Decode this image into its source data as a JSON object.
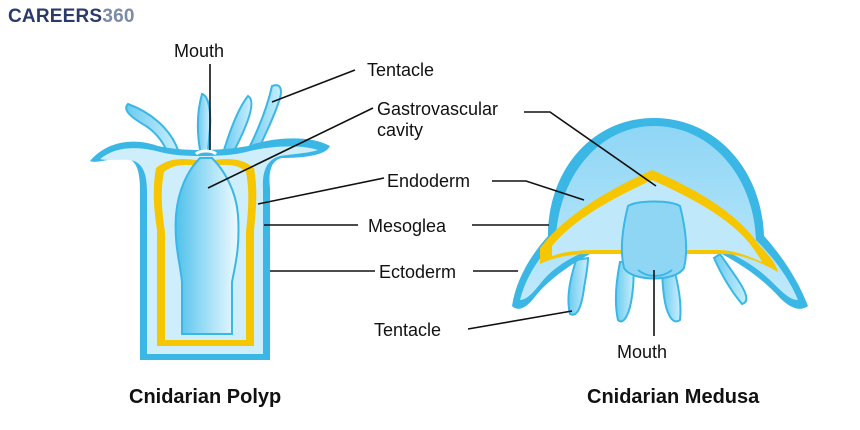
{
  "brand": {
    "text": "CAREERS",
    "number": "360"
  },
  "colors": {
    "ectoderm": "#3bb7e6",
    "mesoglea": "#cfeefb",
    "endoderm": "#f6c700",
    "cavity": "#8fd6f5",
    "cavity_light": "#eaf8fe",
    "brand_dark": "#2a3a6b",
    "brand_light": "#7a8aa8"
  },
  "polyp": {
    "caption": "Cnidarian Polyp",
    "labels": {
      "mouth": "Mouth",
      "tentacle": "Tentacle",
      "gastrovascular_line1": "Gastrovascular",
      "gastrovascular_line2": "cavity",
      "endoderm": "Endoderm",
      "mesoglea": "Mesoglea",
      "ectoderm": "Ectoderm"
    }
  },
  "medusa": {
    "caption": "Cnidarian Medusa",
    "labels": {
      "tentacle": "Tentacle",
      "mouth": "Mouth"
    }
  }
}
